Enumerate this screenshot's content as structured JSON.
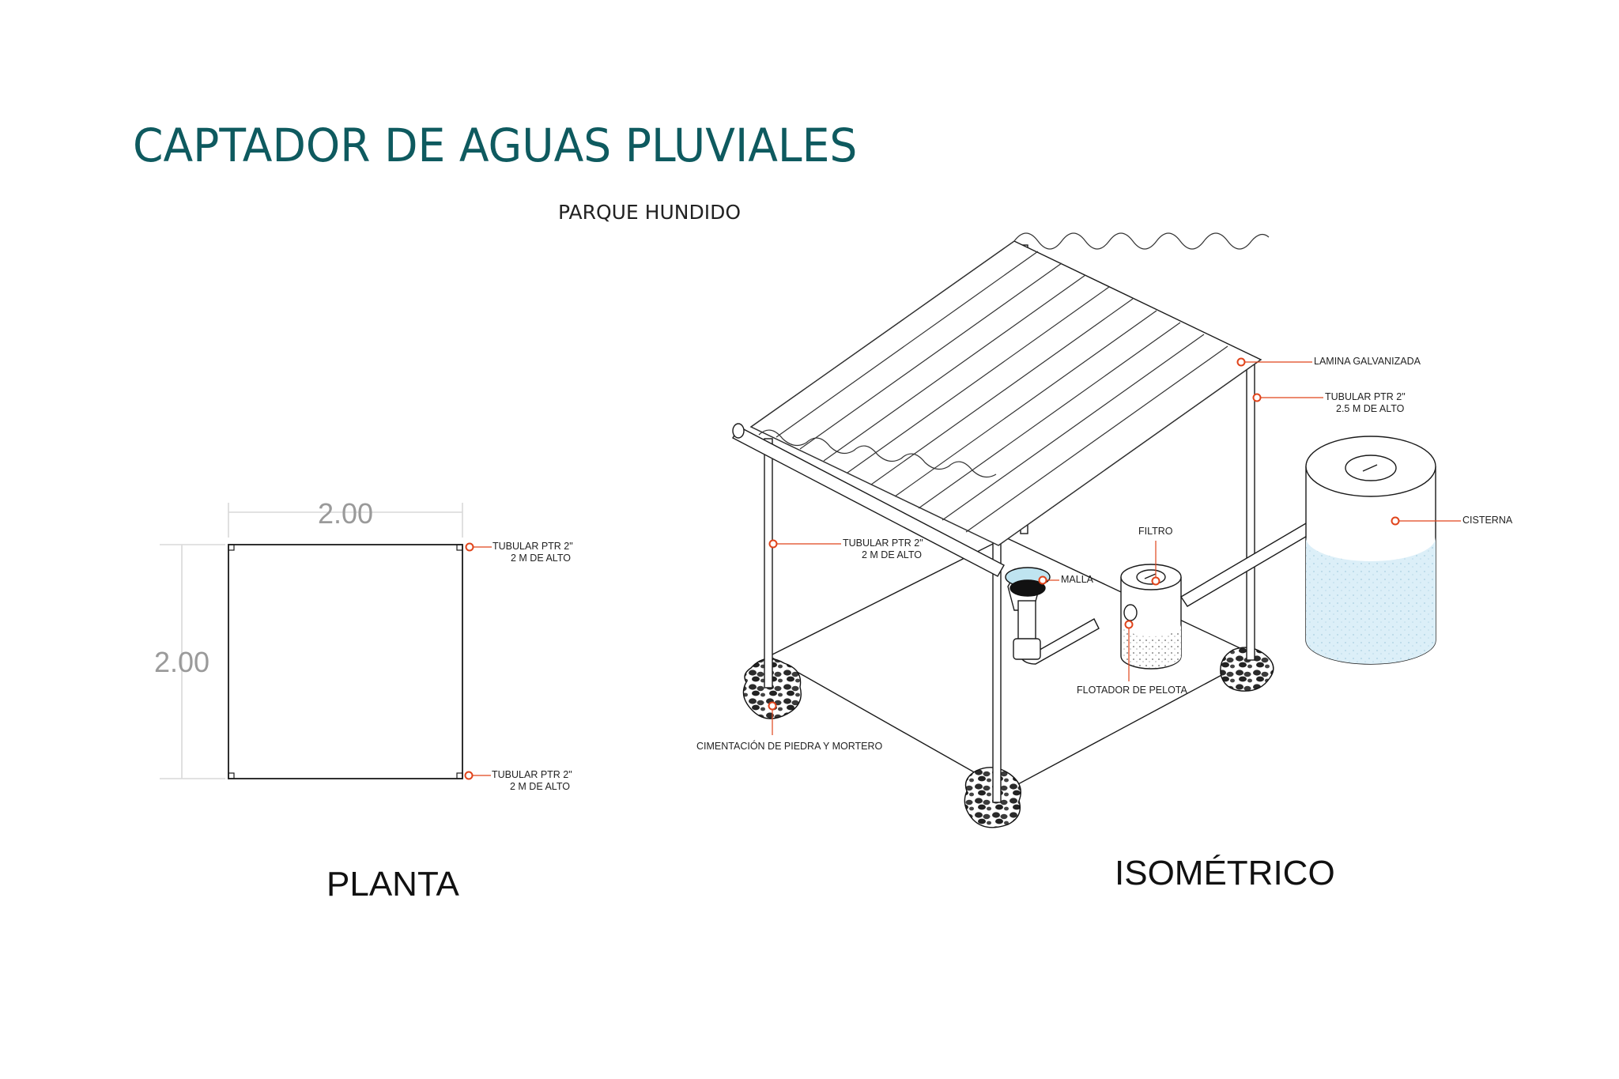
{
  "title": "CAPTADOR DE AGUAS PLUVIALES",
  "subtitle": "PARQUE HUNDIDO",
  "plan": {
    "caption": "PLANTA",
    "dim_width": "2.00",
    "dim_height": "2.00",
    "callout_top": {
      "line1": "TUBULAR PTR 2\"",
      "line2": "2 M DE ALTO"
    },
    "callout_bottom": {
      "line1": "TUBULAR PTR 2\"",
      "line2": "2 M DE ALTO"
    }
  },
  "iso": {
    "caption": "ISOMÉTRICO",
    "lamina": "LAMINA  GALVANIZADA",
    "tubular_back": {
      "line1": "TUBULAR PTR 2\"",
      "line2": "2.5 M DE ALTO"
    },
    "tubular_front": {
      "line1": "TUBULAR PTR 2\"",
      "line2": "2 M DE ALTO"
    },
    "cisterna": "CISTERNA",
    "filtro": "FILTRO",
    "malla": "MALLA",
    "flotador": "FLOTADOR DE PELOTA",
    "cimentacion": "CIMENTACIÓN DE PIEDRA Y MORTERO"
  },
  "colors": {
    "title": "#0e5a5f",
    "callout_marker": "#e0441b",
    "water": "#d9eef7",
    "line": "#1a1a1a"
  }
}
